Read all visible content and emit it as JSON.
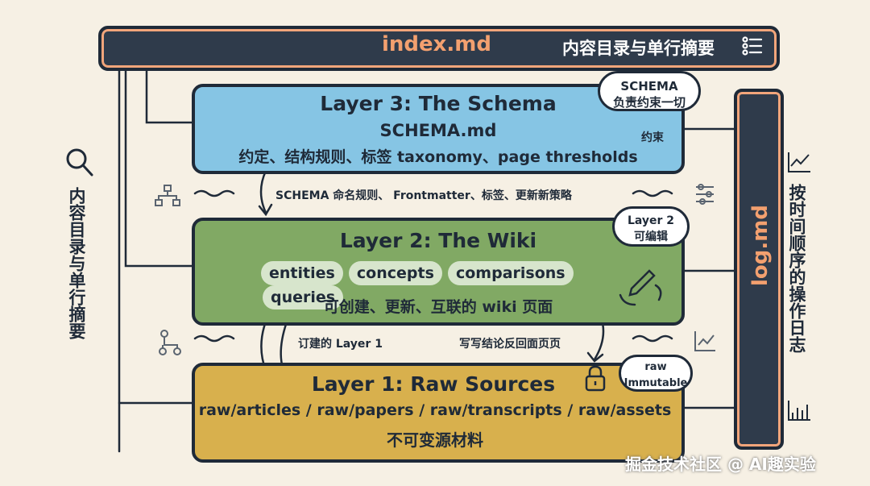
{
  "index": {
    "title": "index.md",
    "subtitle": "内容目录与单行摘要"
  },
  "log": {
    "title": "log.md"
  },
  "side": {
    "left_text": "内容目录与单行摘要",
    "right_text": "按时间顺序的操作日志"
  },
  "layer3": {
    "title": "Layer 3: The Schema",
    "file": "SCHEMA.md",
    "desc": "约定、结构规则、标签 taxonomy、page thresholds",
    "bubble_line1": "SCHEMA",
    "bubble_line2": "负责约束一切",
    "constraint_label": "约束"
  },
  "connector_3_2": "SCHEMA 命名规则、 Frontmatter、标签、更新新策略",
  "layer2": {
    "title": "Layer 2: The Wiki",
    "pills": [
      "entities",
      "concepts",
      "comparisons",
      "queries"
    ],
    "desc": "可创建、更新、互联的 wiki 页面",
    "bubble_line1": "Layer 2",
    "bubble_line2": "可编辑"
  },
  "connector_left": "订建的 Layer 1",
  "connector_right": "写写结论反回面页页",
  "layer1": {
    "title": "Layer 1: Raw Sources",
    "paths": "raw/articles / raw/papers / raw/transcripts / raw/assets",
    "desc": "不可变源材料",
    "bubble_line1": "raw",
    "bubble_line2": "Immutable"
  },
  "watermark": "掘金技术社区 @ AI趣实验",
  "icons": [
    "search-icon",
    "list-icon",
    "hierarchy-icon",
    "pencil-icon",
    "lock-icon",
    "chart-icon",
    "squiggle-icon"
  ]
}
